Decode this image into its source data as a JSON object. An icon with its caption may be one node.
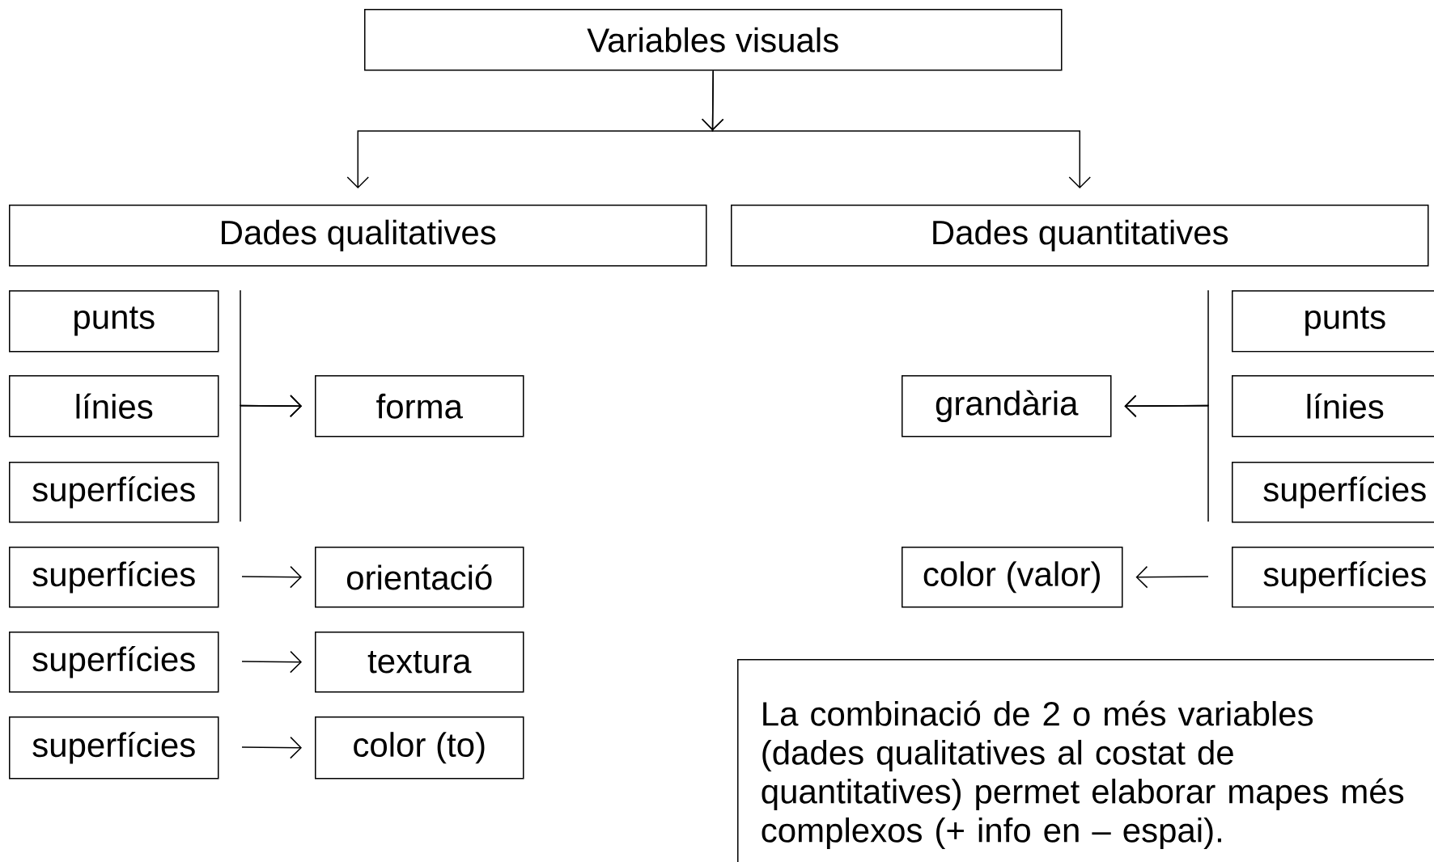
{
  "diagram": {
    "nodes": [
      {
        "text": [
          "Variables visuals"
        ]
      },
      {
        "text": [
          "Dades qualitatives"
        ]
      },
      {
        "text": [
          "Dades quantitatives"
        ]
      },
      {
        "text": [
          "punts"
        ]
      },
      {
        "text": [
          "línies"
        ]
      },
      {
        "text": [
          "superfícies"
        ]
      },
      {
        "text": [
          "forma"
        ]
      },
      {
        "text": [
          "superfícies"
        ]
      },
      {
        "text": [
          "orientació"
        ]
      },
      {
        "text": [
          "superfícies"
        ]
      },
      {
        "text": [
          "textura"
        ]
      },
      {
        "text": [
          "superfícies"
        ]
      },
      {
        "text": [
          "color (to)"
        ]
      },
      {
        "text": [
          "grandària"
        ]
      },
      {
        "text": [
          "punts"
        ]
      },
      {
        "text": [
          "línies"
        ]
      },
      {
        "text": [
          "superfícies"
        ]
      },
      {
        "text": [
          "color (valor)"
        ]
      },
      {
        "text": [
          "superfícies"
        ]
      },
      {
        "text": [
          "La combinació de 2 o més variables (dades qualitatives al costat de quantitatives) permet elaborar mapes més complexos (+ info en – espai)."
        ]
      }
    ],
    "edges": [
      {
        "from": 0,
        "to": 1,
        "arrow": "to"
      },
      {
        "from": 0,
        "to": 2,
        "arrow": "to"
      },
      {
        "from": 3,
        "to": 6,
        "arrow": "to"
      },
      {
        "from": 4,
        "to": 6,
        "arrow": "to"
      },
      {
        "from": 5,
        "to": 6,
        "arrow": "to"
      },
      {
        "from": 7,
        "to": 8,
        "arrow": "to"
      },
      {
        "from": 9,
        "to": 10,
        "arrow": "to"
      },
      {
        "from": 11,
        "to": 12,
        "arrow": "to"
      },
      {
        "from": 14,
        "to": 13,
        "arrow": "to"
      },
      {
        "from": 15,
        "to": 13,
        "arrow": "to"
      },
      {
        "from": 16,
        "to": 13,
        "arrow": "to"
      },
      {
        "from": 18,
        "to": 17,
        "arrow": "to"
      }
    ]
  }
}
